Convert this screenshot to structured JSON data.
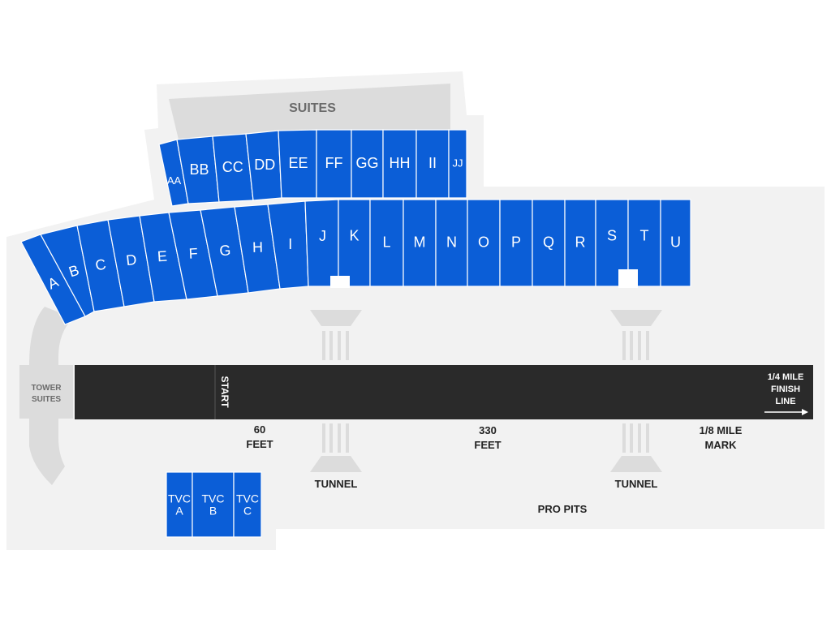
{
  "colors": {
    "section": "#0b5ed7",
    "background_area": "#f2f2f2",
    "structure": "#dcdcdc",
    "track": "#2a2a2a",
    "label_text": "#222222"
  },
  "suites_label": "SUITES",
  "tower_suites": [
    "TOWER",
    "SUITES"
  ],
  "upper_sections": [
    "AA",
    "BB",
    "CC",
    "DD",
    "EE",
    "FF",
    "GG",
    "HH",
    "II",
    "JJ"
  ],
  "lower_sections": [
    "A",
    "B",
    "C",
    "D",
    "E",
    "F",
    "G",
    "H",
    "I",
    "J",
    "K",
    "L",
    "M",
    "N",
    "O",
    "P",
    "Q",
    "R",
    "S",
    "T",
    "U"
  ],
  "tvc_sections": [
    [
      "TVC",
      "A"
    ],
    [
      "TVC",
      "B"
    ],
    [
      "TVC",
      "C"
    ]
  ],
  "track": {
    "start": "START",
    "finish": [
      "1/4 MILE",
      "FINISH",
      "LINE"
    ],
    "sixty_feet": [
      "60",
      "FEET"
    ],
    "three_thirty_feet": [
      "330",
      "FEET"
    ],
    "eighth_mile": [
      "1/8 MILE",
      "MARK"
    ]
  },
  "tunnel_label": "TUNNEL",
  "pro_pits": "PRO PITS"
}
